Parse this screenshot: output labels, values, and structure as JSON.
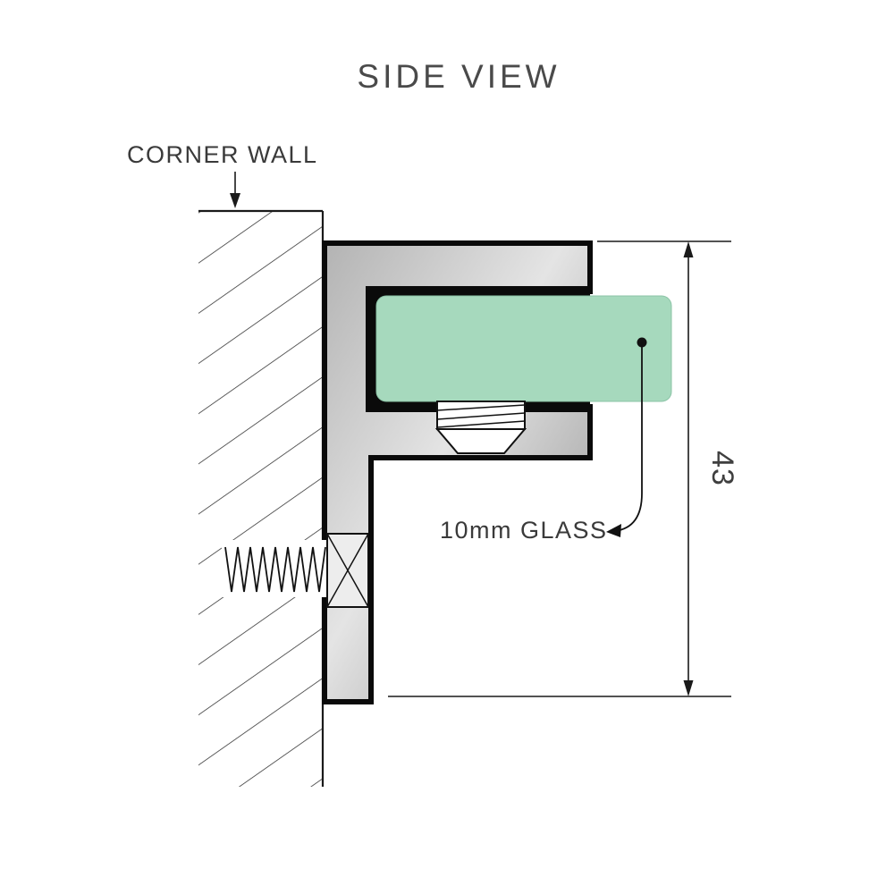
{
  "diagram": {
    "title": "SIDE VIEW",
    "wall_label": "CORNER WALL",
    "glass_label": "10mm GLASS",
    "dimension_value": "43",
    "colors": {
      "glass_fill": "#a6d9bd",
      "metal_light": "#e4e4e4",
      "metal_mid": "#b3b3b3",
      "metal_dark": "#8d8d8d",
      "gasket": "#0a0a0a",
      "line": "#1a1a1a",
      "text": "#3f3f3f"
    }
  }
}
